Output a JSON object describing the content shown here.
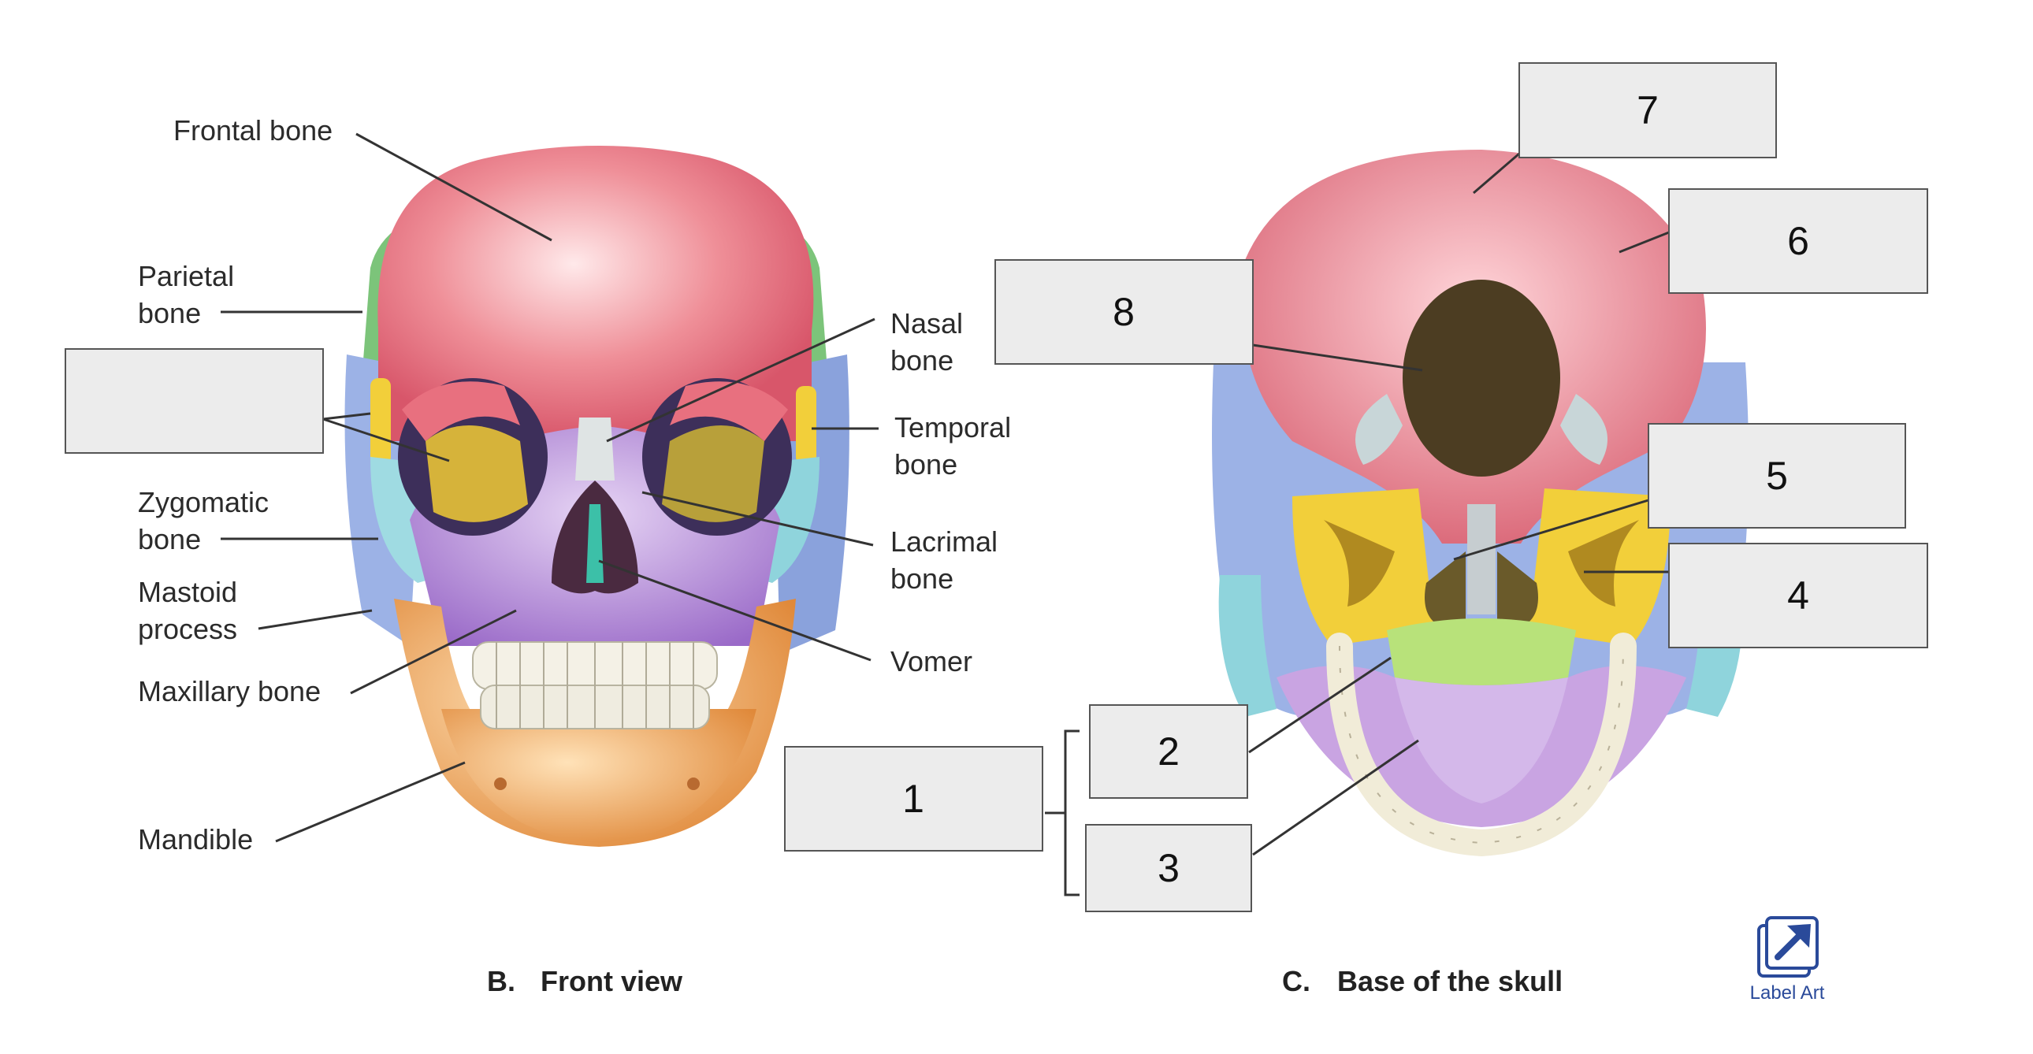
{
  "front_view": {
    "caption_letter": "B.",
    "caption_text": "Front view",
    "labels": {
      "frontal": "Frontal bone",
      "parietal_1": "Parietal",
      "parietal_2": "bone",
      "zygomatic_1": "Zygomatic",
      "zygomatic_2": "bone",
      "mastoid_1": "Mastoid",
      "mastoid_2": "process",
      "maxillary": "Maxillary bone",
      "mandible": "Mandible",
      "nasal_1": "Nasal",
      "nasal_2": "bone",
      "temporal_1": "Temporal",
      "temporal_2": "bone",
      "lacrimal_1": "Lacrimal",
      "lacrimal_2": "bone",
      "vomer": "Vomer"
    }
  },
  "base_view": {
    "caption_letter": "C.",
    "caption_text": "Base of the skull"
  },
  "answer_boxes": {
    "b1": "1",
    "b2": "2",
    "b3": "3",
    "b4": "4",
    "b5": "5",
    "b6": "6",
    "b7": "7",
    "b8": "8",
    "blank": ""
  },
  "label_art": {
    "label": "Label Art",
    "icon": "expand-arrow-icon"
  },
  "colors": {
    "frontal": "#e87a86",
    "parietal": "#7cc47a",
    "temporal": "#8fa8e0",
    "sphenoid": "#f2cf3a",
    "zygomatic": "#8fd4dc",
    "maxilla": "#b58ad8",
    "mandible": "#f2b070",
    "nasal": "#d8dede",
    "vomer": "#3cc0a8",
    "palatine": "#b8e27a",
    "occipital": "#e87a86",
    "cavity": "#5a4630"
  }
}
